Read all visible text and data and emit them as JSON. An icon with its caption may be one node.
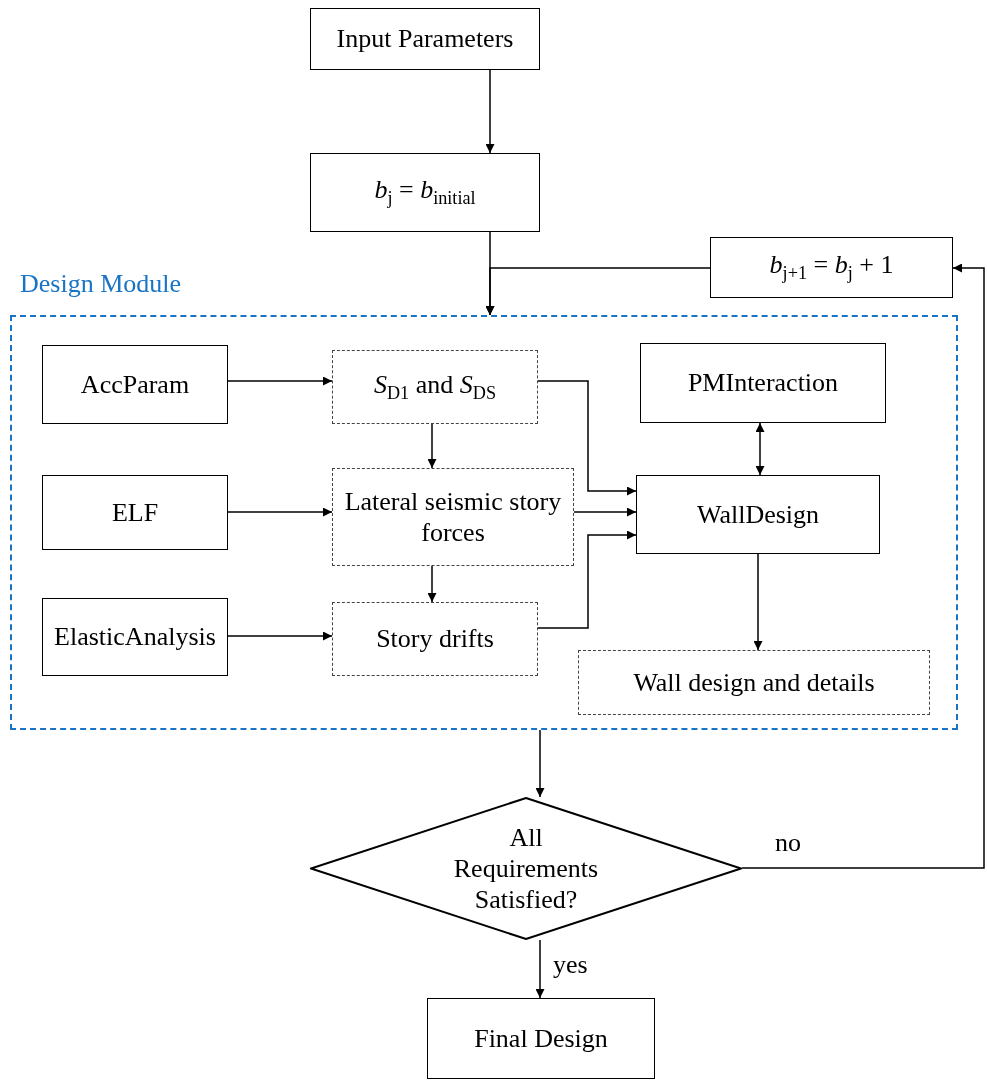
{
  "diagram": {
    "nodes": [
      {
        "text": [
          "Input Parameters"
        ]
      },
      {
        "text": [
          "*b*$_{j}$ = *b*$_{initial}$"
        ]
      },
      {
        "text": [
          "*b*$_{j+1}$ = *b*$_{j}$ + 1"
        ]
      },
      {
        "text": [
          "Design Module"
        ]
      },
      {
        "text": [
          "AccParam"
        ],
        "in": 3
      },
      {
        "text": [
          "*S*$_{D1}$ and *S*$_{DS}$"
        ],
        "in": 3
      },
      {
        "text": [
          "PMInteraction"
        ],
        "in": 3
      },
      {
        "text": [
          "ELF"
        ],
        "in": 3
      },
      {
        "text": [
          "Lateral seismic story forces"
        ],
        "in": 3
      },
      {
        "text": [
          "WallDesign"
        ],
        "in": 3
      },
      {
        "text": [
          "ElasticAnalysis"
        ],
        "in": 3
      },
      {
        "text": [
          "Story drifts"
        ],
        "in": 3
      },
      {
        "text": [
          "Wall design and details"
        ],
        "in": 3
      },
      {
        "text": [
          "All Requirements Satisfied?"
        ]
      },
      {
        "text": [
          "Final Design"
        ]
      }
    ],
    "edges": [
      {
        "from": 0,
        "to": 1,
        "arrow": "to"
      },
      {
        "from": 1,
        "to": 3,
        "arrow": "to"
      },
      {
        "from": 2,
        "to": 3,
        "arrow": "to"
      },
      {
        "from": 13,
        "to": 2,
        "arrow": "to",
        "label": "no"
      },
      {
        "from": 4,
        "to": 5,
        "arrow": "to"
      },
      {
        "from": 5,
        "to": 8,
        "arrow": "to"
      },
      {
        "from": 7,
        "to": 8,
        "arrow": "to"
      },
      {
        "from": 8,
        "to": 11,
        "arrow": "to"
      },
      {
        "from": 10,
        "to": 11,
        "arrow": "to"
      },
      {
        "from": 5,
        "to": 9,
        "arrow": "to"
      },
      {
        "from": 8,
        "to": 9,
        "arrow": "to"
      },
      {
        "from": 11,
        "to": 9,
        "arrow": "to"
      },
      {
        "from": 6,
        "to": 9,
        "arrow": "both"
      },
      {
        "from": 9,
        "to": 12,
        "arrow": "to"
      },
      {
        "from": 3,
        "to": 13,
        "arrow": "to"
      },
      {
        "from": 13,
        "to": 14,
        "arrow": "to",
        "label": "yes"
      }
    ]
  }
}
